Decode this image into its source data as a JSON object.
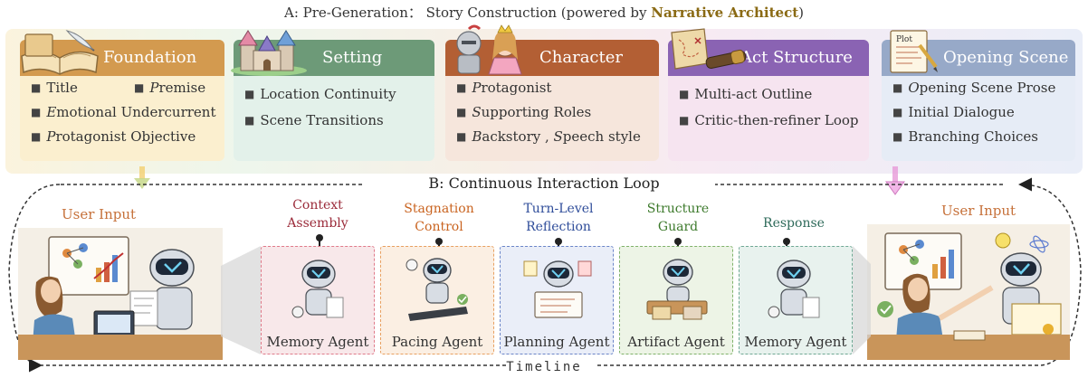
{
  "section_a": {
    "title_prefix": "A: Pre-Generation： Story Construction (powered by ",
    "title_highlight": "Narrative Architect",
    "title_suffix": ")",
    "cards": [
      {
        "title": "Foundation",
        "color": "#d39a4f",
        "bg": "#fbefcf",
        "items": [
          {
            "cap": "",
            "rest": "Title"
          },
          {
            "cap": "P",
            "rest": "remise"
          },
          {
            "cap": "E",
            "rest": "motional Undercurrent"
          },
          {
            "cap": "P",
            "rest": "rotagonist Objective"
          }
        ]
      },
      {
        "title": "Setting",
        "color": "#6d9a78",
        "bg": "#e3f1ea",
        "items": [
          {
            "cap": "",
            "rest": "Location Continuity"
          },
          {
            "cap": "",
            "rest": "Scene Transitions"
          }
        ]
      },
      {
        "title": "Character",
        "color": "#b35f34",
        "bg": "#f6e6dc",
        "items": [
          {
            "cap": "P",
            "rest": "rotagonist"
          },
          {
            "cap": "S",
            "rest": "upporting Roles"
          },
          {
            "cap": "B",
            "rest": "ackstory , ",
            "cap2": "S",
            "rest2": "peech style"
          }
        ]
      },
      {
        "title": "Act Structure",
        "color": "#8a63b3",
        "bg": "#f6e4f0",
        "items": [
          {
            "cap": "",
            "rest": "Multi-act Outline"
          },
          {
            "cap": "",
            "rest": "Critic-then-refiner Loop"
          }
        ]
      },
      {
        "title": "Opening Scene",
        "color": "#97a9c8",
        "bg": "#e6ecf6",
        "items": [
          {
            "cap": "O",
            "rest": "pening Scene Prose"
          },
          {
            "cap": "",
            "rest": "Initial Dialogue"
          },
          {
            "cap": "",
            "rest": "Branching Choices"
          }
        ]
      }
    ]
  },
  "section_b": {
    "title": "B: Continuous Interaction Loop",
    "user_input_left": "User Input",
    "user_input_right": "User Input",
    "timeline": "Timeline",
    "agents": [
      {
        "title": "Context\nAssembly",
        "name": "Memory Agent",
        "color": "#9b2b3a",
        "border": "#e07a8a",
        "bg": "#f8e8ea"
      },
      {
        "title": "Stagnation\nControl",
        "name": "Pacing  Agent",
        "color": "#c9631f",
        "border": "#e8a060",
        "bg": "#fbefe3"
      },
      {
        "title": "Turn-Level\nReflection",
        "name": "Planning Agent",
        "color": "#2f4d9a",
        "border": "#6b85c8",
        "bg": "#eaeef8"
      },
      {
        "title": "Structure\nGuard",
        "name": "Artifact Agent",
        "color": "#3d7a2c",
        "border": "#7fb26a",
        "bg": "#edf4e6"
      },
      {
        "title": "Response",
        "name": "Memory Agent",
        "color": "#2e6a5a",
        "border": "#6fa894",
        "bg": "#e8f2ee"
      }
    ]
  }
}
